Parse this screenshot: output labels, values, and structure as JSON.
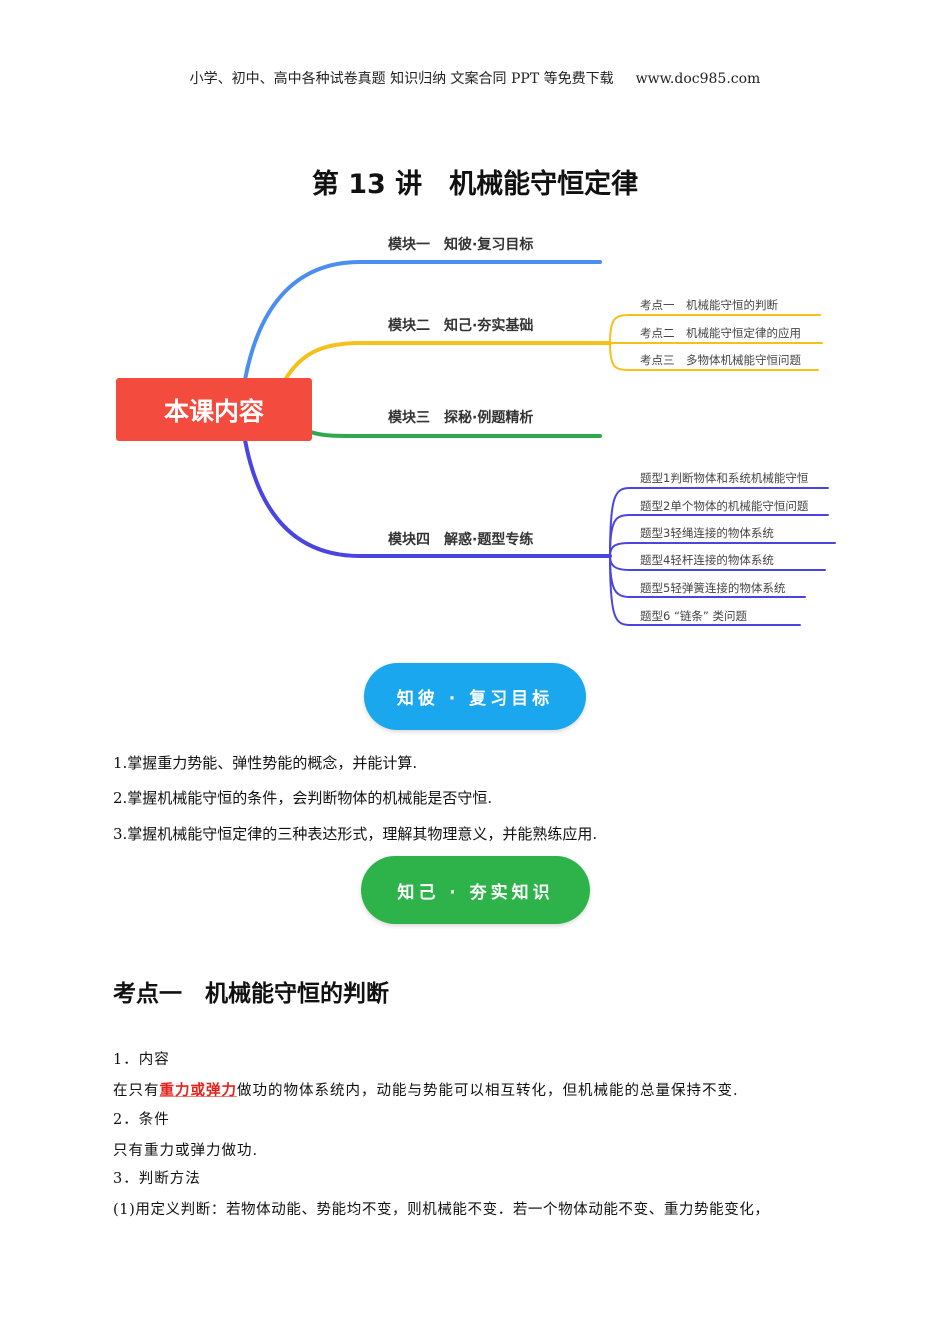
{
  "header": {
    "text": "小学、初中、高中各种试卷真题 知识归纳 文案合同 PPT 等免费下载",
    "url": "www.doc985.com"
  },
  "title": "第 13 讲　机械能守恒定律",
  "mindmap": {
    "center": "本课内容",
    "colors": {
      "center": "#f44b3f",
      "m1": "#4a8ff0",
      "m2": "#f5c01a",
      "m3": "#2fa84f",
      "m4": "#4b45e0"
    },
    "modules": [
      "模块一　知彼·复习目标",
      "模块二　知己·夯实基础",
      "模块三　探秘·例题精析",
      "模块四　解惑·题型专练"
    ],
    "m2_items": [
      "考点一　机械能守恒的判断",
      "考点二　机械能守恒定律的应用",
      "考点三　多物体机械能守恒问题"
    ],
    "m4_items": [
      "题型1判断物体和系统机械能守恒",
      "题型2单个物体的机械能守恒问题",
      "题型3轻绳连接的物体系统",
      "题型4轻杆连接的物体系统",
      "题型5轻弹簧连接的物体系统",
      "题型6 “链条” 类问题"
    ]
  },
  "pill1": "知彼 · 复习目标",
  "goals": [
    "1.掌握重力势能、弹性势能的概念，并能计算.",
    "2.掌握机械能守恒的条件，会判断物体的机械能是否守恒.",
    "3.掌握机械能守恒定律的三种表达形式，理解其物理意义，并能熟练应用."
  ],
  "pill2": "知己 · 夯实知识",
  "section": {
    "heading": "考点一　机械能守恒的判断",
    "h1": "1．内容",
    "p1_pre": "在只有",
    "p1_em": "重力或弹力",
    "p1_post": "做功的物体系统内，动能与势能可以相互转化，但机械能的总量保持不变.",
    "h2": "2．条件",
    "p2": "只有重力或弹力做功.",
    "h3": "3．判断方法",
    "p3": "(1)用定义判断：若物体动能、势能均不变，则机械能不变．若一个物体动能不变、重力势能变化，"
  }
}
